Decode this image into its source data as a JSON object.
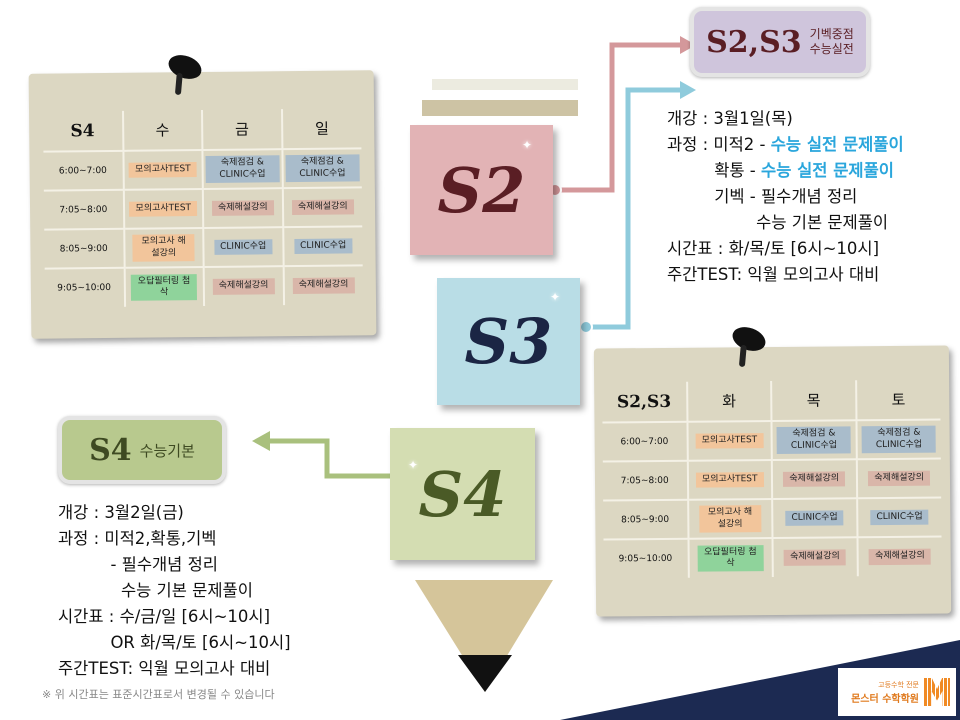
{
  "s4_schedule": {
    "corner": "S4",
    "days": [
      "수",
      "금",
      "일"
    ],
    "rows": [
      {
        "time": "6:00~7:00",
        "cells": [
          {
            "text": "모의고사TEST",
            "color": "orange"
          },
          {
            "text": "숙제점검 & CLINIC수업",
            "color": "blue"
          },
          {
            "text": "숙제점검 & CLINIC수업",
            "color": "blue"
          }
        ]
      },
      {
        "time": "7:05~8:00",
        "cells": [
          {
            "text": "모의고사TEST",
            "color": "orange"
          },
          {
            "text": "숙제해설강의",
            "color": "red"
          },
          {
            "text": "숙제해설강의",
            "color": "red"
          }
        ]
      },
      {
        "time": "8:05~9:00",
        "cells": [
          {
            "text": "모의고사 해설강의",
            "color": "orange"
          },
          {
            "text": "CLINIC수업",
            "color": "blue"
          },
          {
            "text": "CLINIC수업",
            "color": "blue"
          }
        ]
      },
      {
        "time": "9:05~10:00",
        "cells": [
          {
            "text": "오답필터링 첨삭",
            "color": "green"
          },
          {
            "text": "숙제해설강의",
            "color": "red"
          },
          {
            "text": "숙제해설강의",
            "color": "red"
          }
        ]
      }
    ]
  },
  "s23_schedule": {
    "corner": "S2,S3",
    "days": [
      "화",
      "목",
      "토"
    ],
    "rows": [
      {
        "time": "6:00~7:00",
        "cells": [
          {
            "text": "모의고사TEST",
            "color": "orange"
          },
          {
            "text": "숙제점검 & CLINIC수업",
            "color": "blue"
          },
          {
            "text": "숙제점검 & CLINIC수업",
            "color": "blue"
          }
        ]
      },
      {
        "time": "7:05~8:00",
        "cells": [
          {
            "text": "모의고사TEST",
            "color": "orange"
          },
          {
            "text": "숙제해설강의",
            "color": "red"
          },
          {
            "text": "숙제해설강의",
            "color": "red"
          }
        ]
      },
      {
        "time": "8:05~9:00",
        "cells": [
          {
            "text": "모의고사 해설강의",
            "color": "orange"
          },
          {
            "text": "CLINIC수업",
            "color": "blue"
          },
          {
            "text": "CLINIC수업",
            "color": "blue"
          }
        ]
      },
      {
        "time": "9:05~10:00",
        "cells": [
          {
            "text": "오답필터링 첨삭",
            "color": "green"
          },
          {
            "text": "숙제해설강의",
            "color": "red"
          },
          {
            "text": "숙제해설강의",
            "color": "red"
          }
        ]
      }
    ]
  },
  "squares": {
    "s2": "S2",
    "s3": "S3",
    "s4": "S4"
  },
  "s23_label": {
    "big": "S2,S3",
    "line1": "기벡중점",
    "line2": "수능실전"
  },
  "s23_info": {
    "l1": "개강 : 3월1일(목)",
    "l2a": "과정 : 미적2 - ",
    "l2b": "수능 실전 문제풀이",
    "l3a": "         확통 - ",
    "l3b": "수능 실전 문제풀이",
    "l4": "         기벡 - 필수개념 정리",
    "l5": "                 수능 기본 문제풀이",
    "l6": "시간표 : 화/목/토 [6시~10시]",
    "l7": "주간TEST: 익월 모의고사 대비"
  },
  "s4_label": {
    "big": "S4",
    "small": "수능기본"
  },
  "s4_info": {
    "l1": "개강 : 3월2일(금)",
    "l2": "과정 : 미적2,확통,기벡",
    "l3": "          - 필수개념 정리",
    "l4": "            수능 기본 문제풀이",
    "l5": "시간표 : 수/금/일 [6시~10시]",
    "l6": "          OR 화/목/토 [6시~10시]",
    "l7": "주간TEST: 익월 모의고사 대비"
  },
  "footnote": "※ 위 시간표는 표준시간표로서 변경될 수 있습니다",
  "logo": {
    "line1": "고등수학 전문",
    "line2": "몬스터 수학학원"
  },
  "colors": {
    "s2": "#e2b3b5",
    "s3": "#b9dde6",
    "s4": "#d4ddb2",
    "accent_blue": "#2aa6dc",
    "navy": "#1c2a52"
  }
}
